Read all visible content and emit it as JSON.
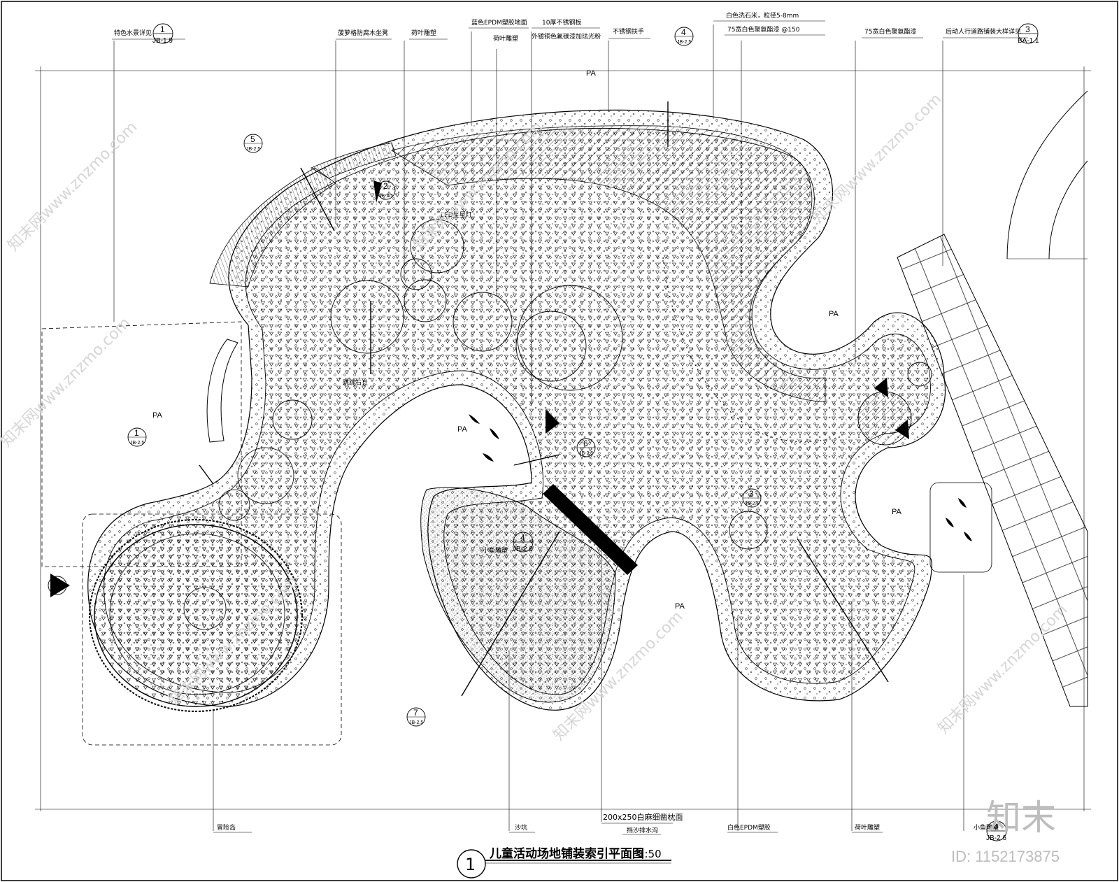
{
  "title": "儿童活动场地铺装索引平面图",
  "scale": "1:50",
  "drawing_number": "1",
  "area_label": "PA",
  "top_annotations": [
    {
      "text": "特色水景详见"
    },
    {
      "text": "菠萝格防腐木坐凳"
    },
    {
      "text": "荷叶雕塑"
    },
    {
      "text": "蓝色EPDM塑胶地面"
    },
    {
      "text": "荷叶雕塑"
    },
    {
      "text": "10厚不锈钢板"
    },
    {
      "text": "外镀铜色氟碳漆加珐光粉"
    },
    {
      "text": "不锈钢扶手"
    },
    {
      "text": "白色洗石米，粒径5-8mm"
    },
    {
      "text": "75宽白色聚氨酯漆 @150"
    },
    {
      "text": "75宽白色聚氨酯漆"
    },
    {
      "text": "后动人行道路铺装大样详见"
    }
  ],
  "bottom_annotations": [
    {
      "text": "冒险岛"
    },
    {
      "text": "沙坑"
    },
    {
      "text": "200x250白麻细凿枕面"
    },
    {
      "text": "挡沙排水沟"
    },
    {
      "text": "白色EPDM塑胶"
    },
    {
      "text": "荷叶雕塑"
    },
    {
      "text": "小鱼雕塑"
    }
  ],
  "inner_labels": {
    "led": "LED星星灯",
    "fish": "小鱼雕塑",
    "jump": "跳跳石丘"
  },
  "detail_refs": [
    {
      "num": "1",
      "sheet": "JB-1.9"
    },
    {
      "num": "3",
      "sheet": "BA-1.1"
    },
    {
      "num": "4",
      "sheet": "JB-2.6"
    },
    {
      "num": "4",
      "sheet": "JB-2.6"
    }
  ],
  "small_refs": [
    {
      "num": "5",
      "sheet": "JB-2.5"
    },
    {
      "num": "4",
      "sheet": "JB-2.5"
    },
    {
      "num": "2",
      "sheet": "JB-2.5"
    },
    {
      "num": "1",
      "sheet": "JB-2.5"
    },
    {
      "num": "6",
      "sheet": "JB-2.5"
    },
    {
      "num": "3",
      "sheet": "JB-2.5"
    },
    {
      "num": "7",
      "sheet": "JB-2.5"
    }
  ],
  "watermark": {
    "text": "知末网www.znzmo.com",
    "brand": "知末",
    "id": "ID: 1152173875"
  }
}
